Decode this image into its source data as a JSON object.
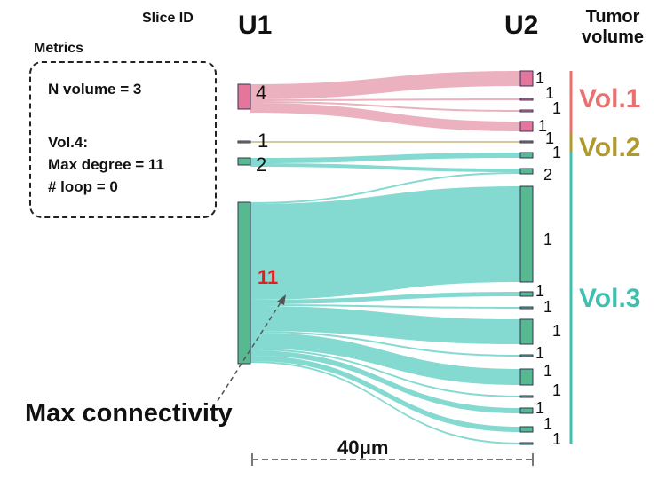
{
  "header": {
    "slice_id_label": "Slice ID",
    "u1": "U1",
    "u2": "U2",
    "tumor_volume_label": [
      "Tumor",
      "volume"
    ]
  },
  "metrics": {
    "title": "Metrics",
    "n_volume": "N volume = 3",
    "vol_label": "Vol.4:",
    "max_degree": "Max degree = 11",
    "loops": "# loop = 0"
  },
  "volumes": [
    {
      "label": "Vol.1",
      "color": "#e8716f"
    },
    {
      "label": "Vol.2",
      "color": "#b09a2e"
    },
    {
      "label": "Vol.3",
      "color": "#3fbfb0"
    }
  ],
  "left_nodes": [
    {
      "label": "4",
      "volume": 0
    },
    {
      "label": "1",
      "volume": 1
    },
    {
      "label": "2",
      "volume": 2
    },
    {
      "label": "11",
      "volume": 2,
      "highlight_color": "#e02020"
    }
  ],
  "right_node_labels": [
    "1",
    "1",
    "1",
    "1",
    "1",
    "1",
    "2",
    "1",
    "1",
    "1",
    "1",
    "1",
    "1",
    "1",
    "1",
    "1",
    "1"
  ],
  "annotation": "Max connectivity",
  "scale_bar": "40μm"
}
